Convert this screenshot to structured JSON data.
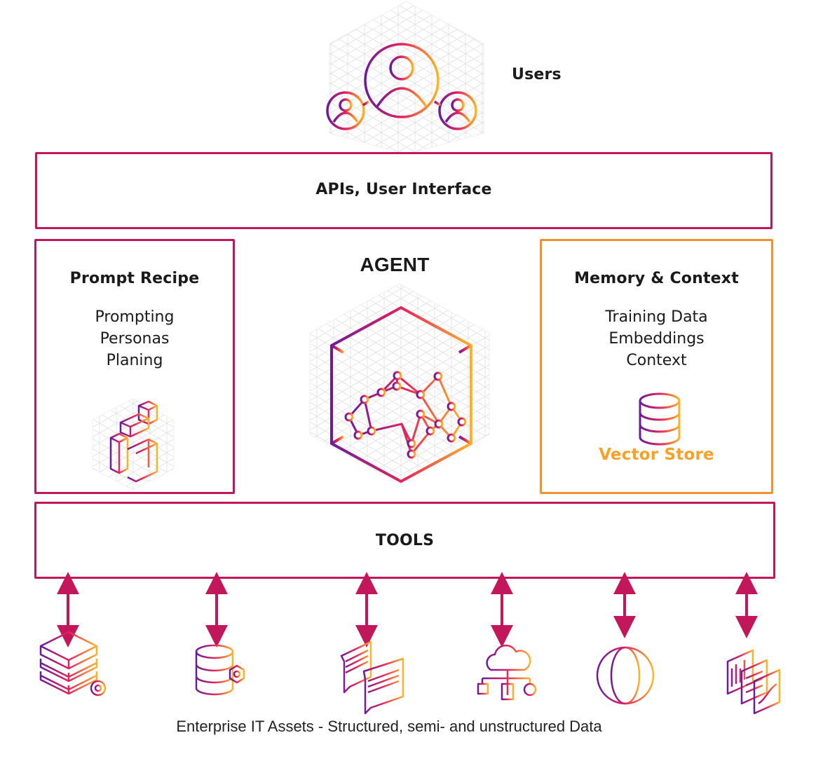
{
  "users": {
    "label": "Users",
    "icon": "users-group-icon"
  },
  "api_layer": {
    "label": "APIs, User Interface"
  },
  "prompt_recipe": {
    "title": "Prompt Recipe",
    "items": [
      "Prompting",
      "Personas",
      "Planing"
    ],
    "icon": "blocks-icon"
  },
  "agent": {
    "title": "AGENT",
    "icon": "brain-network-icon"
  },
  "memory": {
    "title": "Memory & Context",
    "items": [
      "Training Data",
      "Embeddings",
      "Context"
    ],
    "store_label": "Vector Store",
    "icon": "database-icon"
  },
  "tools": {
    "label": "TOOLS"
  },
  "assets": {
    "caption": "Enterprise IT Assets - Structured, semi- and unstructured Data",
    "icons": [
      "server-stack-gear-icon",
      "database-gear-icon",
      "documents-icon",
      "cloud-network-icon",
      "globe-icon",
      "dashboard-reports-icon"
    ]
  },
  "colors": {
    "border_magenta": "#c2185b",
    "border_orange": "#f0922f",
    "accent_orange": "#f7a126",
    "arrow": "#c2185b"
  }
}
